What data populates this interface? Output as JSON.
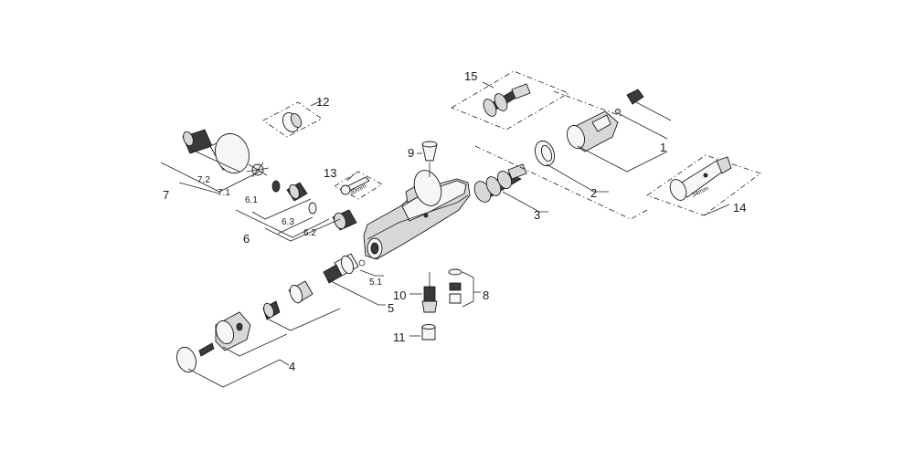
{
  "diagram": {
    "labels": {
      "l1": "1",
      "l2": "2",
      "l3": "3",
      "l4": "4",
      "l5": "5",
      "l51": "5.1",
      "l6": "6",
      "l61": "6.1",
      "l62": "6.2",
      "l63": "6.3",
      "l7": "7",
      "l71": "7.1",
      "l72": "7.2",
      "l8": "8",
      "l9": "9",
      "l10": "10",
      "l11": "11",
      "l12": "12",
      "l13": "13",
      "l14": "14",
      "l15": "15"
    },
    "annotations": {
      "wrench_size": "30mm",
      "handle_size": "34mm"
    }
  }
}
